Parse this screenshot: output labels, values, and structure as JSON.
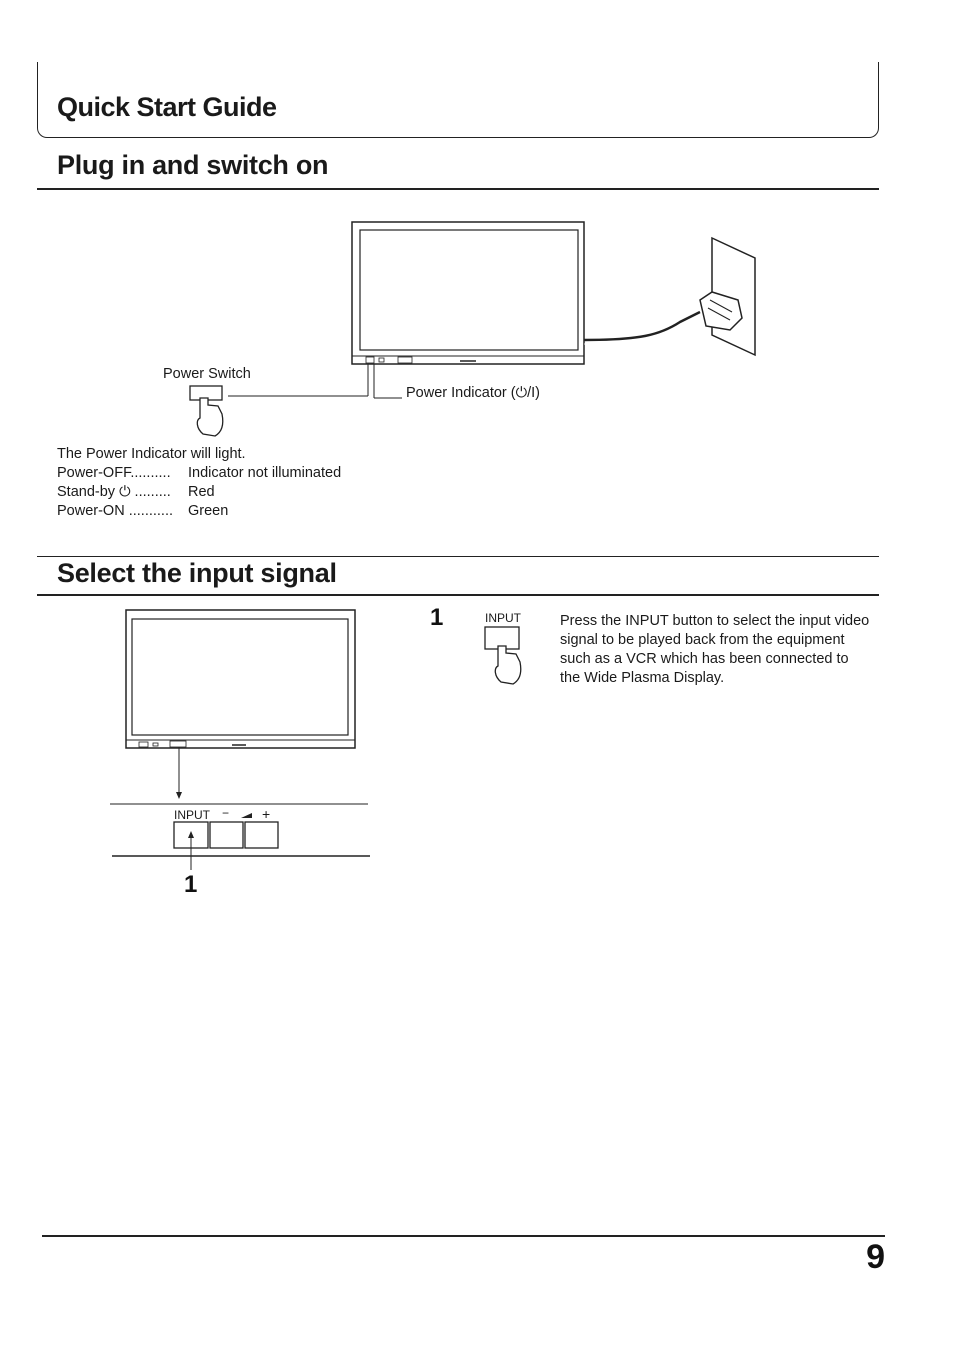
{
  "header": {
    "title": "Quick Start Guide"
  },
  "section1": {
    "title": "Plug in and switch on",
    "power_switch_label": "Power Switch",
    "power_indicator_label": "Power Indicator (⏻/I)",
    "intro": "The Power Indicator will light.",
    "states": [
      {
        "label": "Power-OFF..........",
        "value": "Indicator not illuminated"
      },
      {
        "label": "Stand-by ⏻ .........",
        "value": "Red"
      },
      {
        "label": "Power-ON ...........",
        "value": "Green"
      }
    ]
  },
  "section2": {
    "title": "Select the input signal",
    "control_labels": {
      "input": "INPUT",
      "minus": "−",
      "plus": "+"
    },
    "diagram_step": "1",
    "step": {
      "number": "1",
      "button_label": "INPUT",
      "text": "Press the INPUT button to select the input video signal to be played back from the equipment such as a VCR which has been connected to the Wide Plasma Display."
    }
  },
  "footer": {
    "page_number": "9"
  }
}
